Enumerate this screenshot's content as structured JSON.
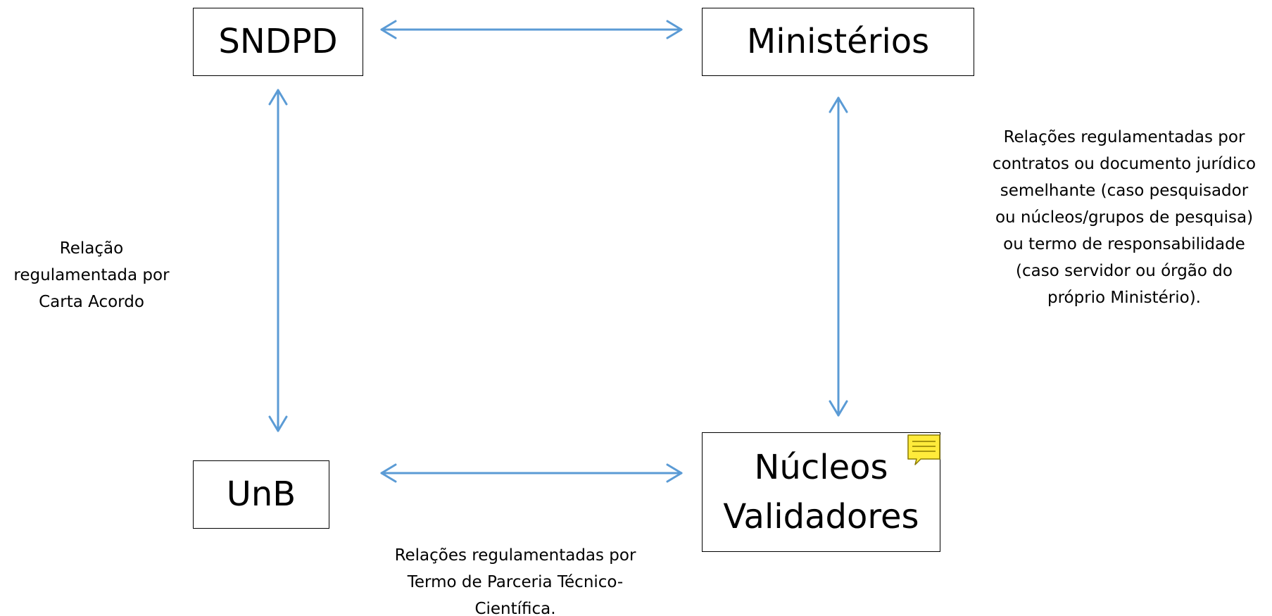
{
  "nodes": {
    "sndpd": {
      "label": "SNDPD"
    },
    "ministerios": {
      "label": "Ministérios"
    },
    "unb": {
      "label": "UnB"
    },
    "nucleos": {
      "line1": "Núcleos",
      "line2": "Validadores"
    }
  },
  "captions": {
    "carta_acordo": [
      "Relação",
      "regulamentada por",
      "Carta Acordo"
    ],
    "ministerios_relacoes": [
      "Relações regulamentadas por",
      "contratos ou documento jurídico",
      "semelhante (caso pesquisador",
      "ou núcleos/grupos de pesquisa)",
      "ou termo de responsabilidade",
      "(caso servidor ou órgão do",
      "próprio Ministério)."
    ],
    "termo_parceria": [
      "Relações regulamentadas por",
      "Termo de Parceria Técnico-",
      "Científica."
    ]
  },
  "connections": [
    {
      "from": "SNDPD",
      "to": "Ministérios",
      "direction": "bidirectional"
    },
    {
      "from": "SNDPD",
      "to": "UnB",
      "direction": "bidirectional"
    },
    {
      "from": "Ministérios",
      "to": "Núcleos Validadores",
      "direction": "bidirectional"
    },
    {
      "from": "UnB",
      "to": "Núcleos Validadores",
      "direction": "bidirectional"
    }
  ],
  "colors": {
    "arrow": "#5b9bd5",
    "border": "#000000",
    "comment_fill": "#ffeb3b",
    "comment_stroke": "#8a7a00"
  },
  "icons": {
    "comment": "comment-note-icon"
  }
}
